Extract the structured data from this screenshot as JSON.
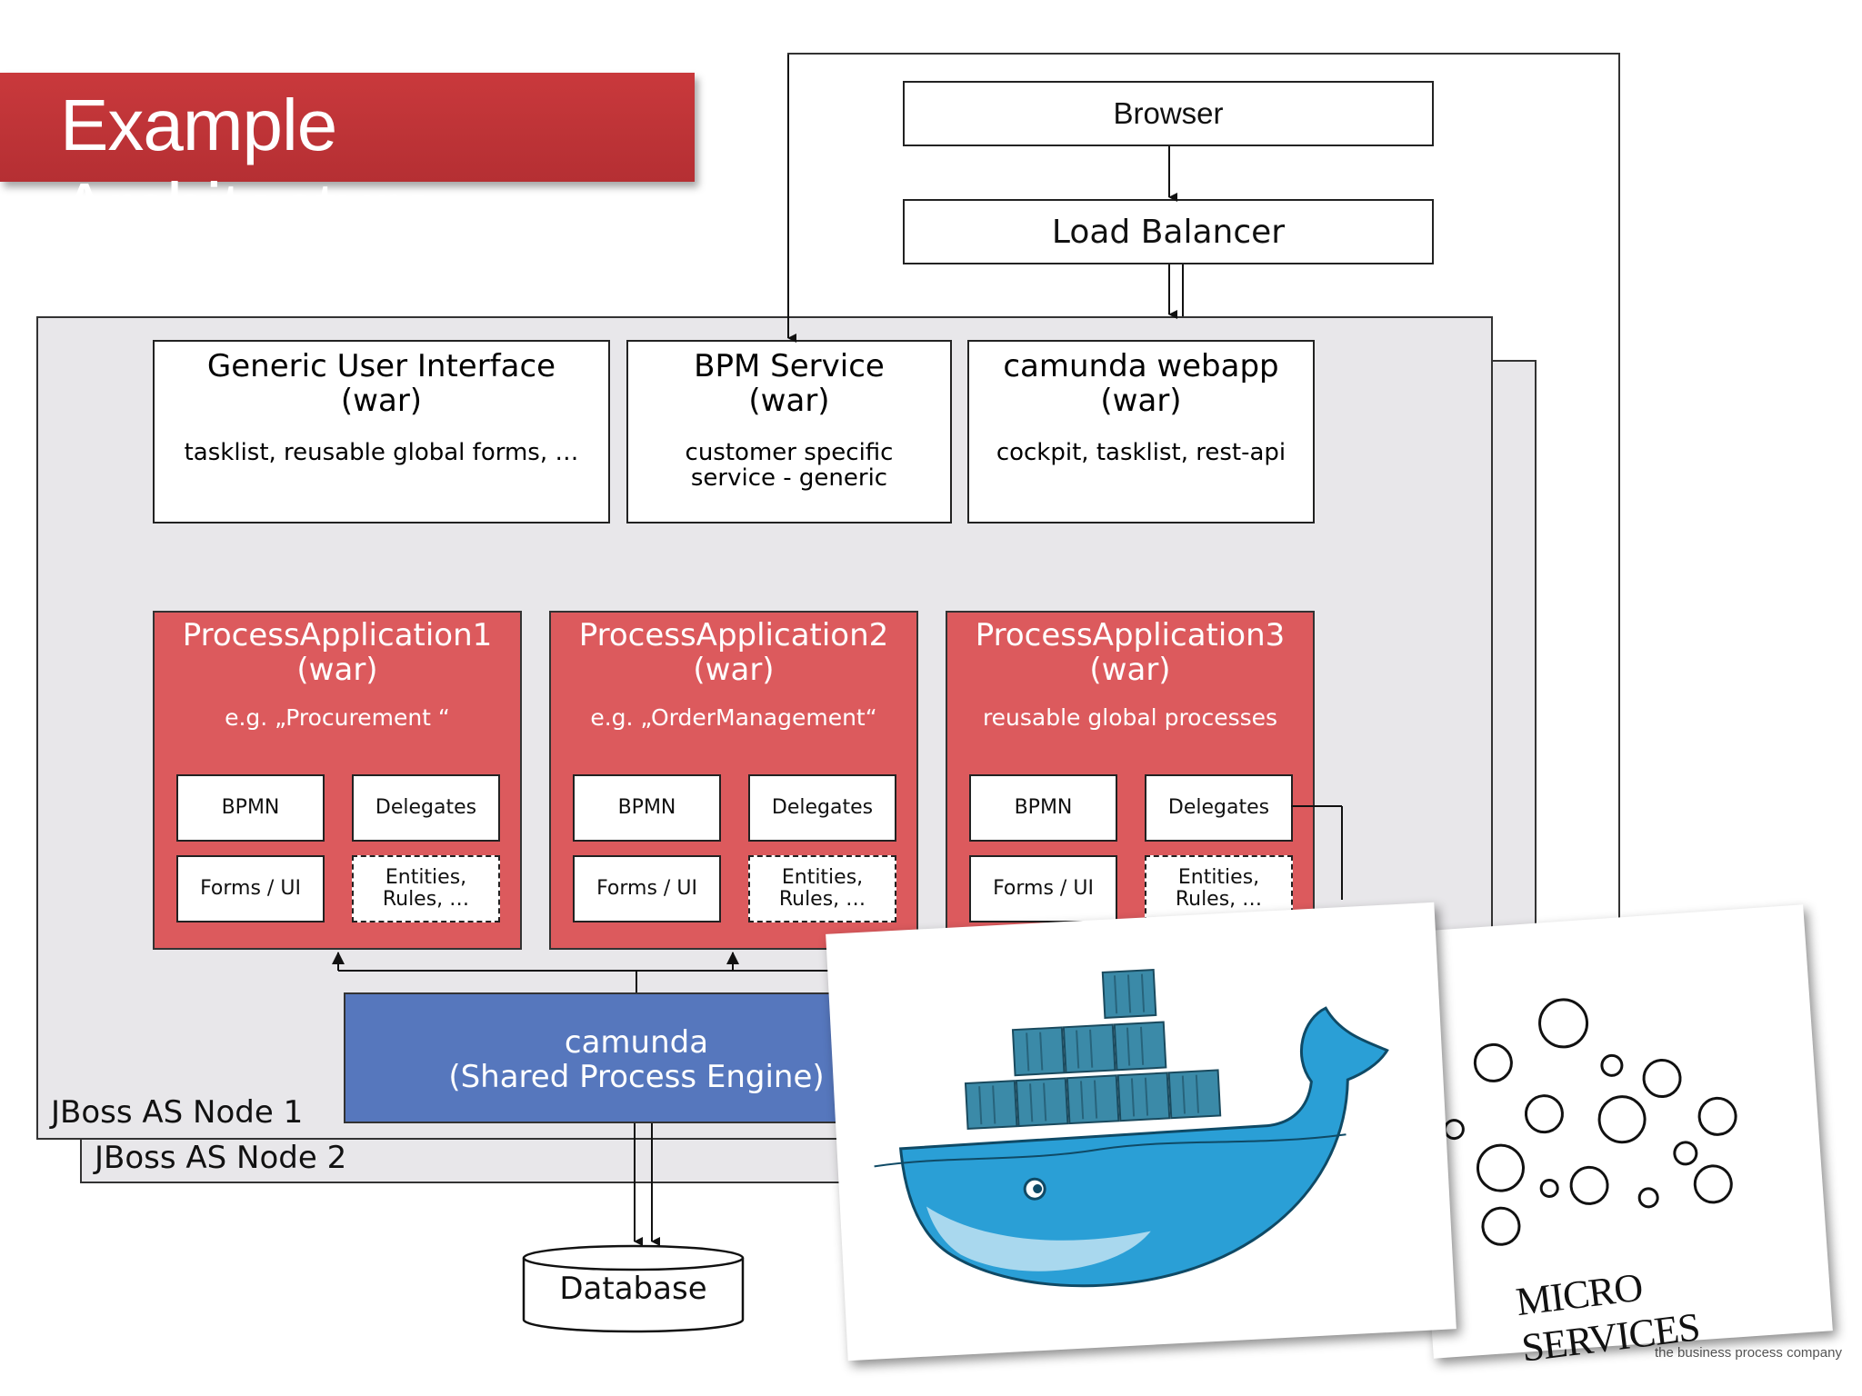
{
  "title": "Example Architecture",
  "browser": "Browser",
  "load_balancer": "Load Balancer",
  "node1_label": "JBoss AS Node 1",
  "node2_label": "JBoss AS Node 2",
  "generic_ui": {
    "title": "Generic User Interface",
    "type": "(war)",
    "desc": "tasklist, reusable global forms, …"
  },
  "bpm_service": {
    "title": "BPM Service",
    "type": "(war)",
    "desc_line1": "customer specific",
    "desc_line2": "service - generic"
  },
  "webapp": {
    "title": "camunda webapp",
    "type": "(war)",
    "desc": "cockpit, tasklist, rest-api"
  },
  "process_apps": [
    {
      "title": "ProcessApplication1",
      "type": "(war)",
      "desc": "e.g. „Procurement “",
      "bpmn": "BPMN",
      "delegates": "Delegates",
      "forms": "Forms / UI",
      "entities_line1": "Entities,",
      "entities_line2": "Rules, …"
    },
    {
      "title": "ProcessApplication2",
      "type": "(war)",
      "desc": "e.g. „OrderManagement“",
      "bpmn": "BPMN",
      "delegates": "Delegates",
      "forms": "Forms / UI",
      "entities_line1": "Entities,",
      "entities_line2": "Rules, …"
    },
    {
      "title": "ProcessApplication3",
      "type": "(war)",
      "desc": "reusable global processes",
      "bpmn": "BPMN",
      "delegates": "Delegates",
      "forms": "Forms / UI",
      "entities_line1": "Entities,",
      "entities_line2": "Rules, …"
    }
  ],
  "engine": {
    "line1": "camunda",
    "line2": "(Shared Process Engine)"
  },
  "database": "Database",
  "microservices_label": "MICRO SERVICES",
  "footer_tagline": "the business process company",
  "colors": {
    "banner": "#c0373a",
    "process_app": "#dc5a5d",
    "engine": "#5677bd",
    "node_bg": "#e8e7ea",
    "docker_blue": "#2a9fd6",
    "container": "#3b8aa8"
  }
}
